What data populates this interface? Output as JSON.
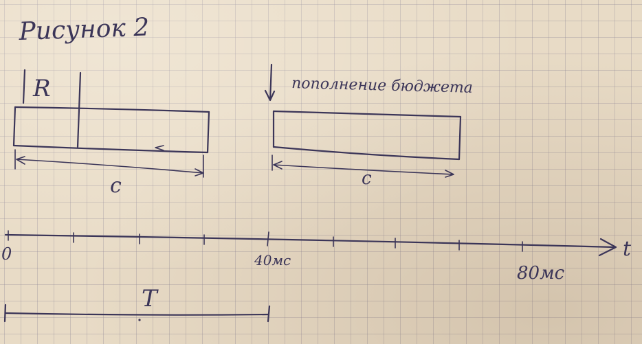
{
  "figure_title": "Рисунок 2",
  "label_r": "R",
  "label_budget_refill": "пополнение бюджета",
  "label_c_left": "c",
  "label_c_right": "c",
  "axis": {
    "zero_label": "0",
    "mark_40": "40мс",
    "mark_80": "80мс",
    "variable": "t"
  },
  "label_period": "T",
  "ink_color": "#3b3558"
}
